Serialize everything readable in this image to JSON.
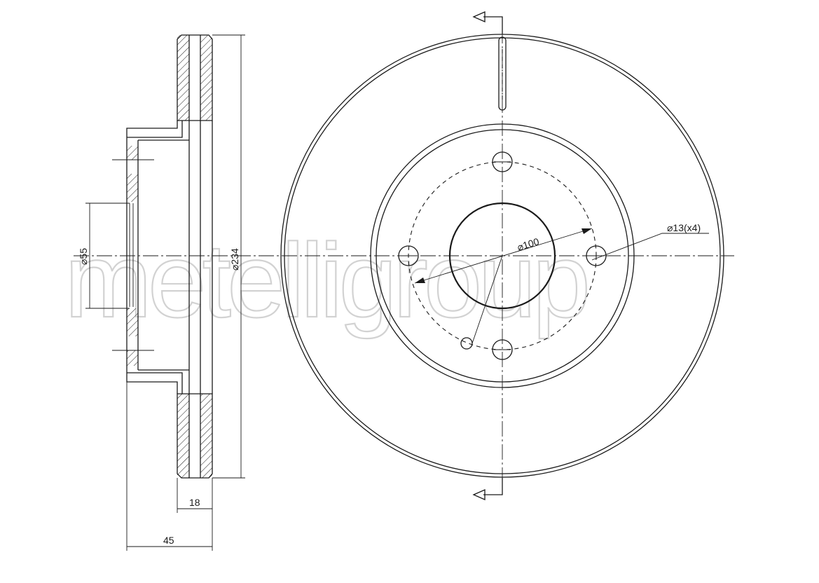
{
  "watermark": {
    "text": "metelligroup",
    "color": "#d2d2d2"
  },
  "dimensions": {
    "hub_bore": "⌀55",
    "outer_diameter": "⌀234",
    "bolt_circle": "⌀100",
    "bolt_holes": "⌀13(x4)",
    "thickness": "18",
    "height": "45"
  },
  "colors": {
    "line": "#1a1a1a",
    "background": "#ffffff"
  }
}
